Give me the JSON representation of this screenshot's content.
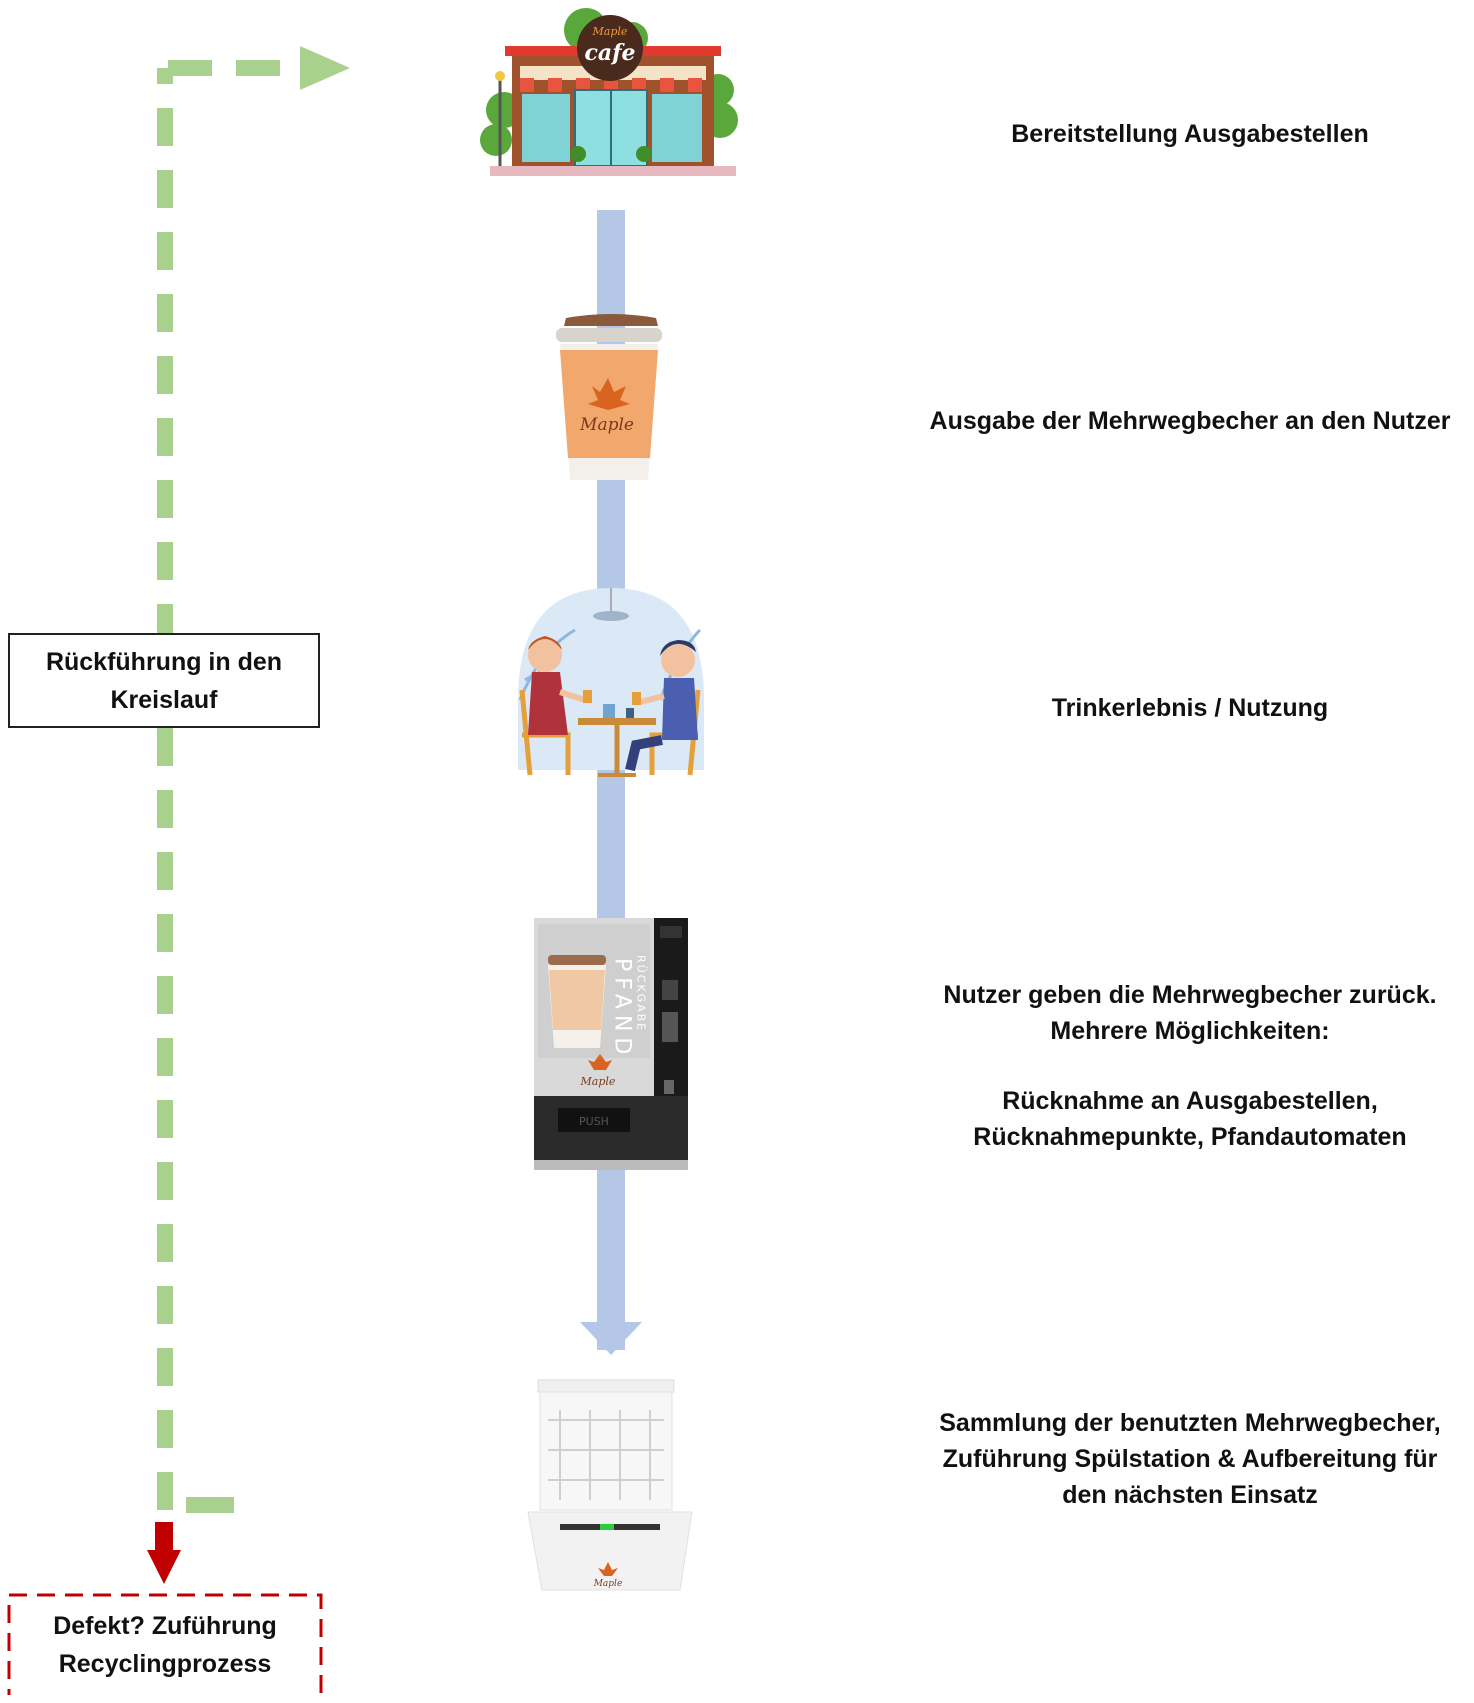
{
  "steps": [
    {
      "id": "cafe",
      "icon": "cafe-storefront-icon",
      "lines": [
        "Bereitstellung Ausgabestellen"
      ]
    },
    {
      "id": "cup",
      "icon": "coffee-cup-icon",
      "lines": [
        "Ausgabe der Mehrwegbecher an den Nutzer"
      ]
    },
    {
      "id": "people",
      "icon": "people-drinking-icon",
      "lines": [
        "Trinkerlebnis / Nutzung"
      ]
    },
    {
      "id": "vending",
      "icon": "deposit-return-machine-icon",
      "lines": [
        "Nutzer geben die Mehrwegbecher zurück.",
        "Mehrere Möglichkeiten:",
        "",
        "Rücknahme an Ausgabestellen,",
        "Rücknahmepunkte, Pfandautomaten"
      ]
    },
    {
      "id": "washer",
      "icon": "dishwasher-icon",
      "lines": [
        "Sammlung der benutzten Mehrwegbecher,",
        "Zuführung Spülstation & Aufbereitung für",
        "den nächsten Einsatz"
      ]
    }
  ],
  "return_loop": {
    "lines": [
      "Rückführung in den",
      "Kreislauf"
    ]
  },
  "defect": {
    "lines": [
      "Defekt? Zuführung",
      "Recyclingprozess"
    ]
  },
  "illustration_text": {
    "cafe_sign_brand": "Maple",
    "cafe_sign": "cafe",
    "cup_brand": "Maple",
    "machine_panel": "PFAND",
    "machine_panel_sub": "RÜCKGABE",
    "machine_brand": "Maple",
    "machine_button": "PUSH",
    "washer_brand": "Maple"
  },
  "colors": {
    "main_flow": "#b4c7e7",
    "return_flow": "#a9d18e",
    "defect": "#c00000"
  }
}
